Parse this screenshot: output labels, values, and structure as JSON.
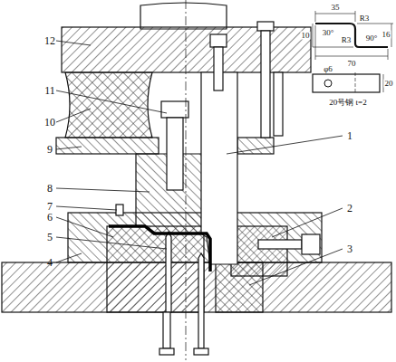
{
  "diagram": {
    "labels": [
      "12",
      "11",
      "10",
      "9",
      "8",
      "7",
      "6",
      "5",
      "4",
      "1",
      "2",
      "3",
      "35",
      "30°",
      "R3",
      "10",
      "R3",
      "90°",
      "16",
      "70",
      "φ6",
      "20",
      "20号钢 t=2"
    ]
  }
}
